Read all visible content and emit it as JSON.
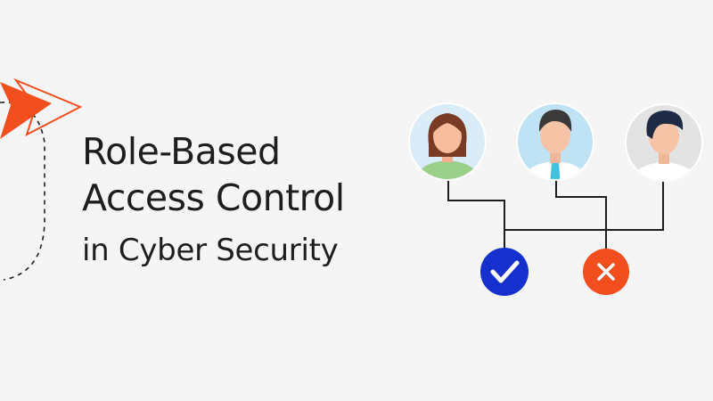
{
  "title": {
    "line1": "Role-Based",
    "line2": "Access Control",
    "line3": "in Cyber Security"
  },
  "diagram": {
    "users": [
      {
        "name": "user-woman",
        "avatar_bg": "#d9ecf8"
      },
      {
        "name": "user-businessman",
        "avatar_bg": "#bfe3f4"
      },
      {
        "name": "user-man-casual",
        "avatar_bg": "#e3e3e3"
      }
    ],
    "outcomes": [
      {
        "name": "access-granted",
        "icon": "check-icon",
        "color": "#1530cc"
      },
      {
        "name": "access-denied",
        "icon": "x-icon",
        "color": "#f24e1e"
      }
    ]
  },
  "colors": {
    "background": "#f5f5f5",
    "accent_orange": "#f24e1e",
    "accent_blue": "#1530cc",
    "line": "#1e1e1e",
    "text": "#1e1e1e"
  }
}
